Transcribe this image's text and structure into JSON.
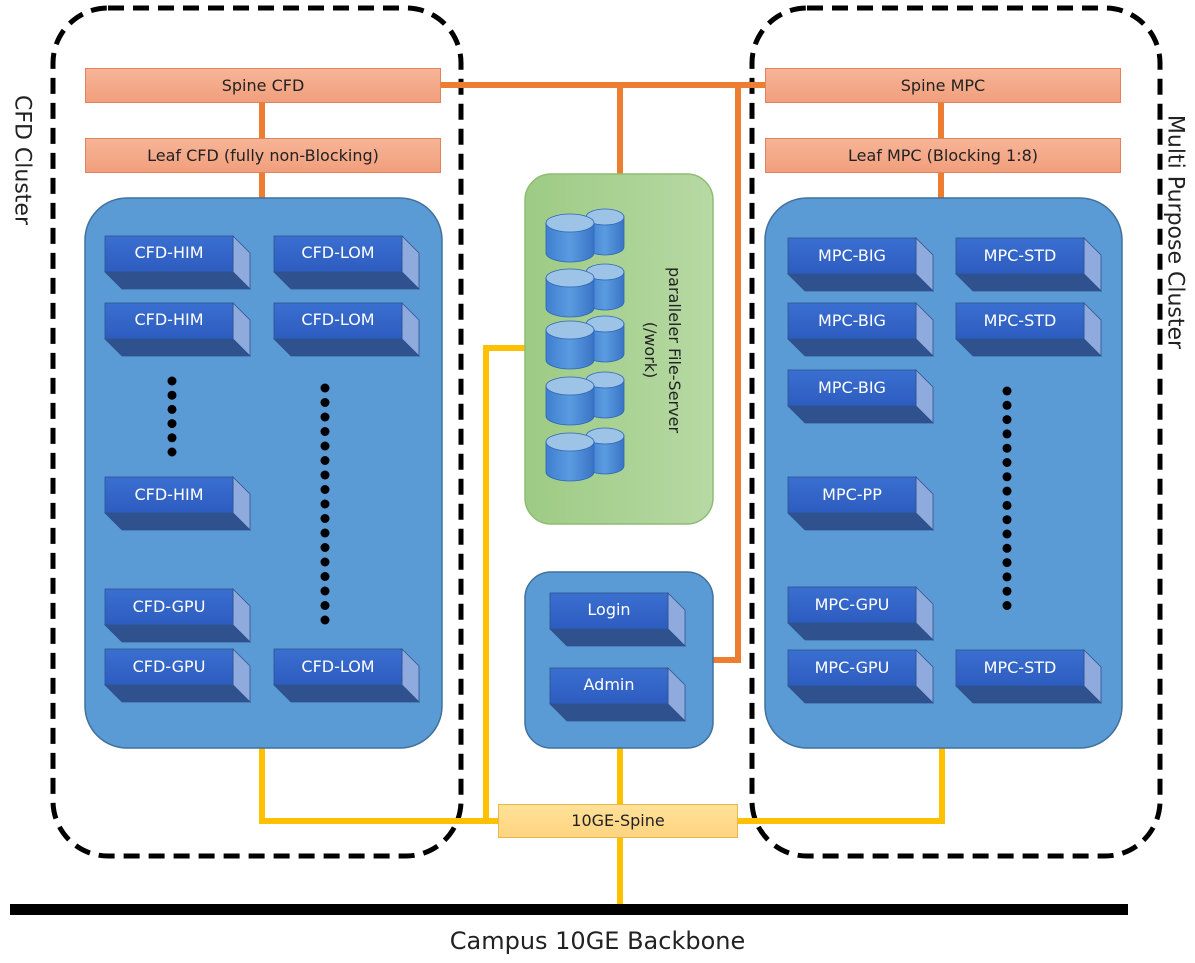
{
  "clusters": {
    "cfd_label": "CFD Cluster",
    "mpc_label": "Multi Purpose Cluster"
  },
  "switches": {
    "spine_cfd": "Spine CFD",
    "leaf_cfd": "Leaf CFD (fully non-Blocking)",
    "spine_mpc": "Spine MPC",
    "leaf_mpc": "Leaf MPC (Blocking 1:8)",
    "spine_10ge": "10GE-Spine"
  },
  "cfd_nodes": {
    "him1": "CFD-HIM",
    "him2": "CFD-HIM",
    "him3": "CFD-HIM",
    "gpu1": "CFD-GPU",
    "gpu2": "CFD-GPU",
    "lom1": "CFD-LOM",
    "lom2": "CFD-LOM",
    "lom3": "CFD-LOM"
  },
  "mpc_nodes": {
    "big1": "MPC-BIG",
    "big2": "MPC-BIG",
    "big3": "MPC-BIG",
    "pp": "MPC-PP",
    "gpu1": "MPC-GPU",
    "gpu2": "MPC-GPU",
    "std1": "MPC-STD",
    "std2": "MPC-STD",
    "std3": "MPC-STD"
  },
  "fileserver": {
    "line1": "paralleler File-Server",
    "line2": "(/work)"
  },
  "services": {
    "login": "Login",
    "admin": "Admin"
  },
  "backbone": "Campus 10GE Backbone",
  "colors": {
    "orange_link": "#ed7d31",
    "yellow_link": "#ffc000",
    "node_blue": "#4472c4",
    "panel_blue": "#5b9bd5",
    "fileserver_green": "#a9d18e"
  }
}
